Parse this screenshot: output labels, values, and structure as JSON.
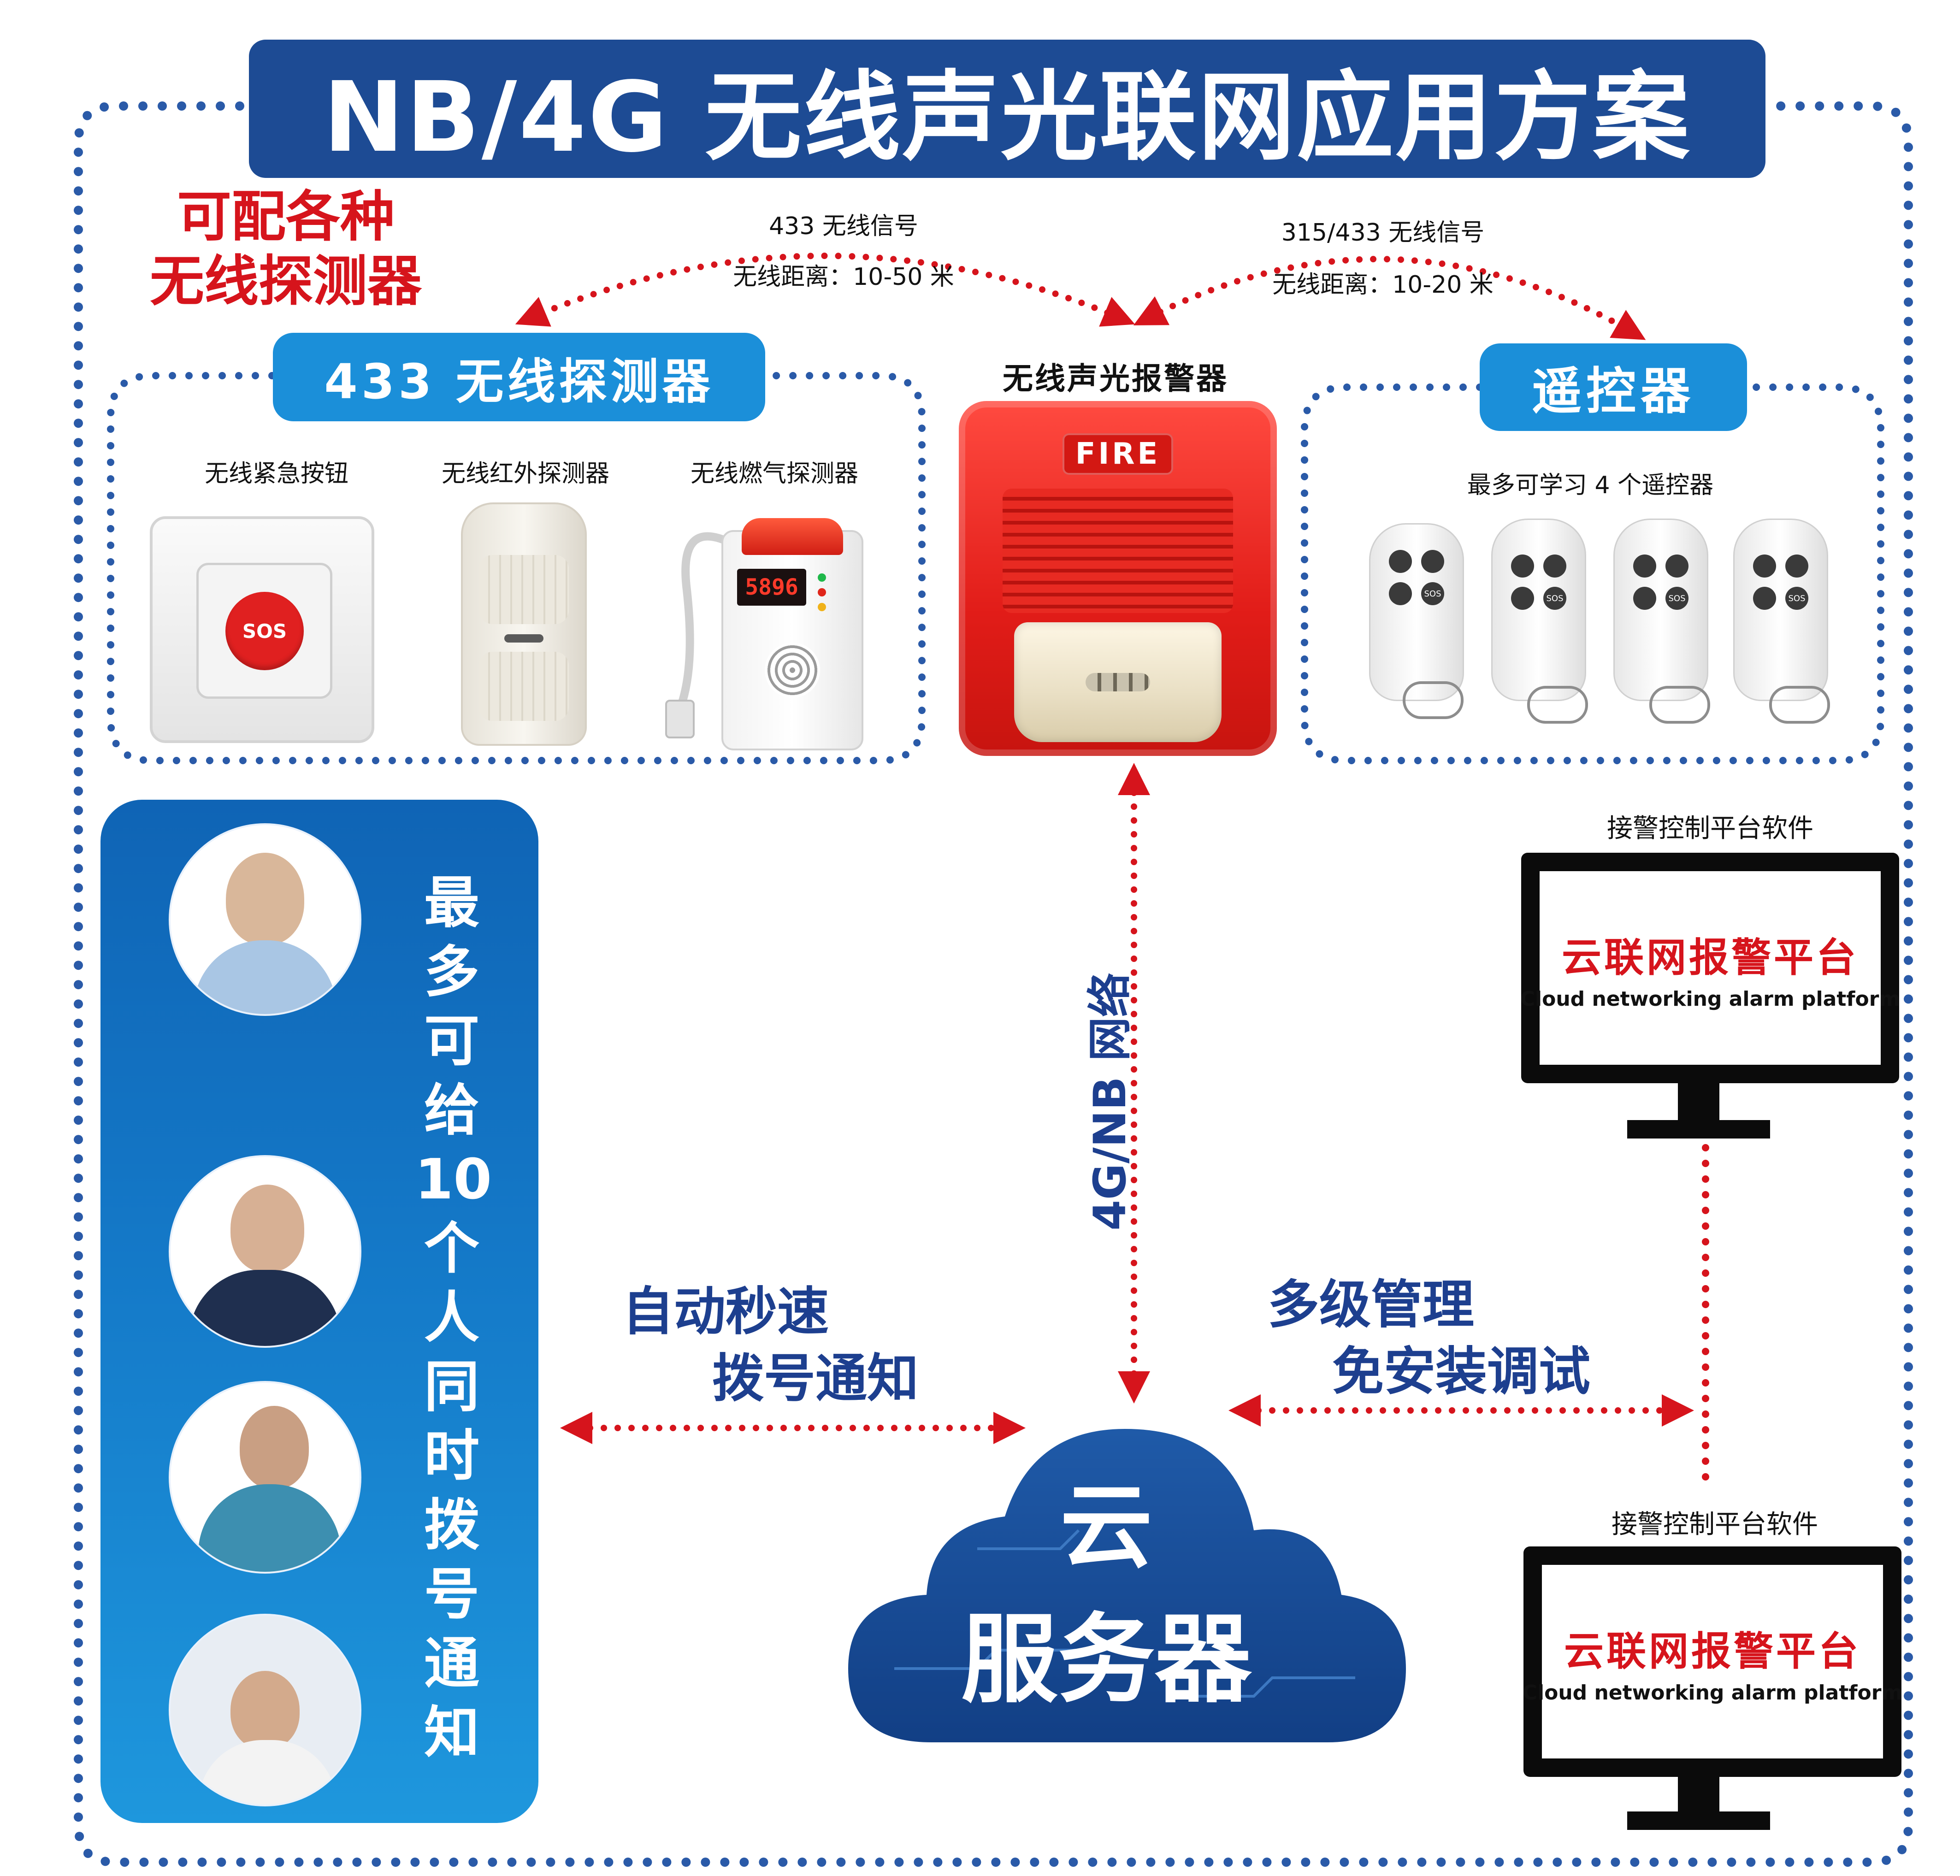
{
  "title": "NB/4G 无线声光联网应用方案",
  "side_note": [
    "可配各种",
    "无线探测器"
  ],
  "link_left": {
    "signal": "433 无线信号",
    "distance": "无线距离：10-50 米"
  },
  "link_right": {
    "signal": "315/433 无线信号",
    "distance": "无线距离：10-20 米"
  },
  "detector_group": {
    "title": "433 无线探测器",
    "items": [
      "无线紧急按钮",
      "无线红外探测器",
      "无线燃气探测器"
    ],
    "sos_label": "SOS",
    "gas_reading": "5896"
  },
  "alarm": {
    "label": "无线声光报警器",
    "fire_text": "FIRE"
  },
  "remote_group": {
    "title": "遥控器",
    "note": "最多可学习 4 个遥控器",
    "sos_label": "SOS"
  },
  "network_label": "4G/NB 网络",
  "left_panel_text": [
    "最",
    "多",
    "可",
    "给",
    "10",
    "个",
    "人",
    "同",
    "时",
    "拨",
    "号",
    "通",
    "知"
  ],
  "dial_label": [
    "自动秒速",
    "拨号通知"
  ],
  "manage_label": [
    "多级管理",
    "免安装调试"
  ],
  "cloud": {
    "line1": "云",
    "line2": "服务器"
  },
  "platforms": [
    {
      "caption": "接警控制平台软件",
      "cn": "云联网报警平台",
      "en": "Cloud networking alarm platform"
    },
    {
      "caption": "接警控制平台软件",
      "cn": "云联网报警平台",
      "en": "Cloud networking alarm platform"
    }
  ],
  "colors": {
    "navy": "#1d4b94",
    "accent_blue": "#1b8fd9",
    "red": "#d6141c",
    "dot_blue": "#2a5aa8"
  }
}
